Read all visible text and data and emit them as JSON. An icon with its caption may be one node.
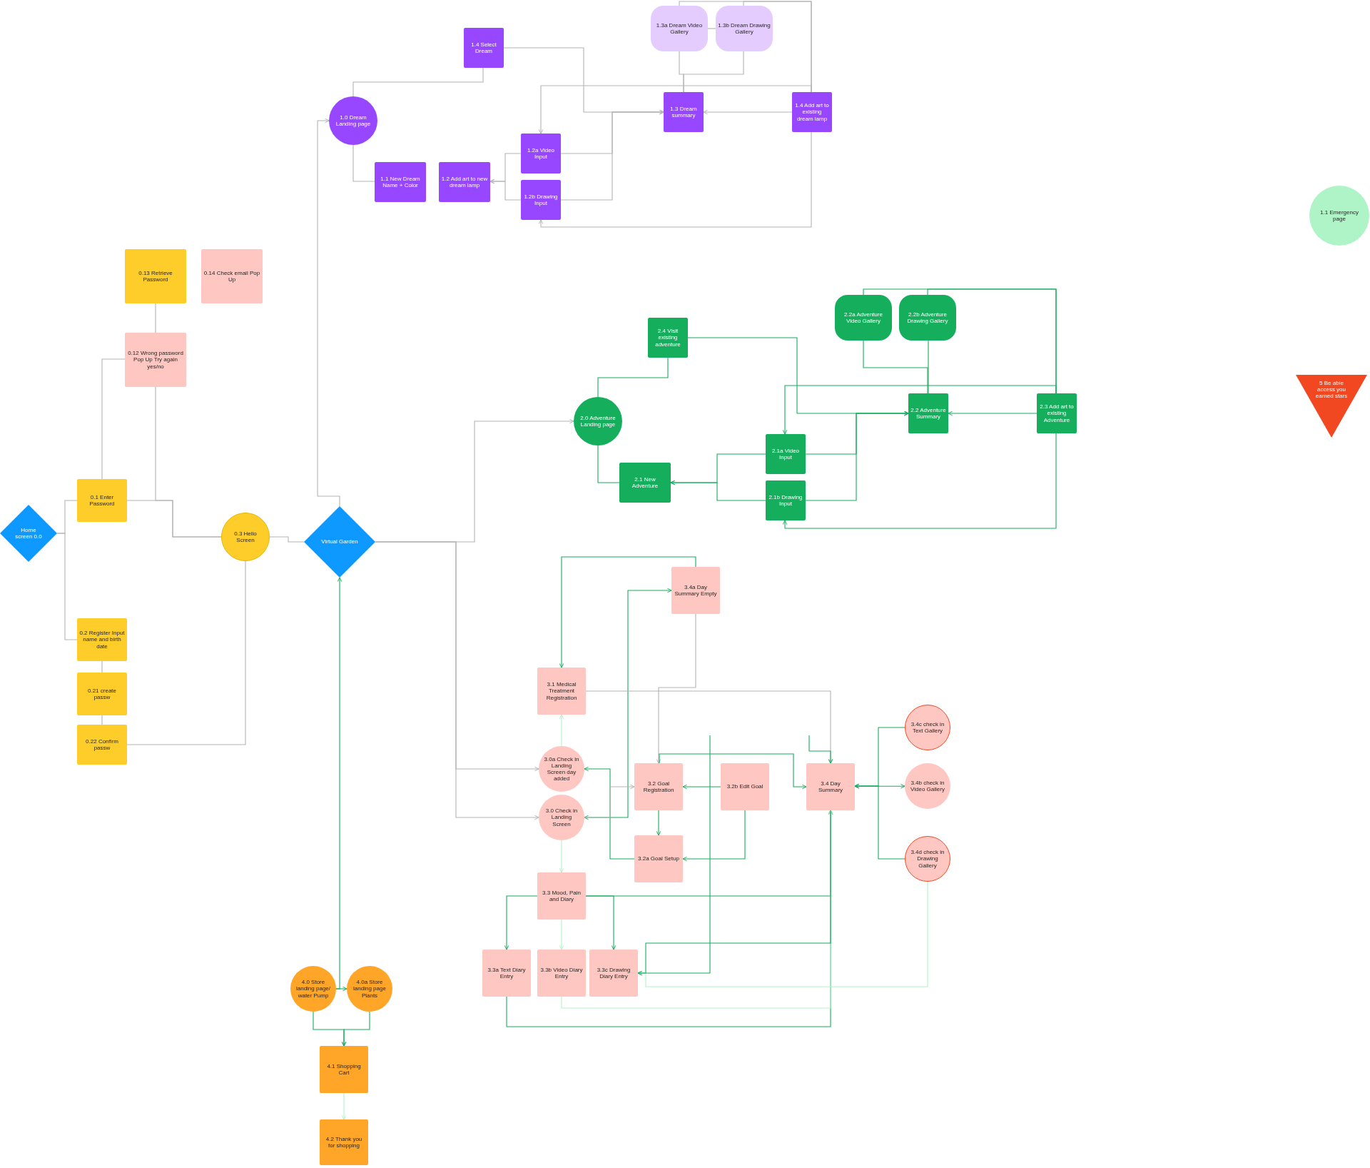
{
  "diagram": {
    "nodes": [
      {
        "text": [
          "1.4 Select Dream"
        ]
      },
      {
        "text": [
          "1.3a Dream Video Gallery"
        ]
      },
      {
        "text": [
          "1.3b Dream Drawing Gallery"
        ]
      },
      {
        "text": [
          "1.0 Dream Landing page"
        ]
      },
      {
        "text": [
          "1.3 Dream summary"
        ]
      },
      {
        "text": [
          "1.4 Add art to existing dream lamp"
        ]
      },
      {
        "text": [
          "1.2a Video Input"
        ]
      },
      {
        "text": [
          "1.1 New Dream Name + Color"
        ]
      },
      {
        "text": [
          "1.2 Add art to new dream lamp"
        ]
      },
      {
        "text": [
          "1.2b Drawing Input"
        ]
      },
      {
        "text": [
          "1.1 Emergency page"
        ]
      },
      {
        "text": [
          "0.13 Retrieve Password"
        ]
      },
      {
        "text": [
          "0.14 Check email Pop Up"
        ]
      },
      {
        "text": [
          "2.2a Adventure Video Gallery"
        ]
      },
      {
        "text": [
          "2.2b Adventure Drawing Gallery"
        ]
      },
      {
        "text": [
          "2.4 Visit existing adventure"
        ]
      },
      {
        "text": [
          "0.12 Wrong password Pop Up Try again yes/no"
        ]
      },
      {
        "text": [
          "5 Be able access you earned stars"
        ]
      },
      {
        "text": [
          "2.2 Adventure Summary"
        ]
      },
      {
        "text": [
          "2.3 Add art to existing Adventure"
        ]
      },
      {
        "text": [
          "2.0 Adventure Landing page"
        ]
      },
      {
        "text": [
          "2.1a Video Input"
        ]
      },
      {
        "text": [
          "2.1 New Adventure"
        ]
      },
      {
        "text": [
          "2.1b Drawing Input"
        ]
      },
      {
        "text": [
          "0.1 Enter Password"
        ]
      },
      {
        "text": [
          "Home screen 0.0"
        ]
      },
      {
        "text": [
          "0.3 Hello Screen"
        ]
      },
      {
        "text": [
          "Virtual Garden"
        ]
      },
      {
        "text": [
          "3.4a Day Summary Empty"
        ]
      },
      {
        "text": [
          "0.2 Register Input name and birth date"
        ]
      },
      {
        "text": [
          "3.1 Medical Treatment Registration"
        ]
      },
      {
        "text": [
          "0.21 create passw"
        ]
      },
      {
        "text": [
          "3.4c check in Text Gallery"
        ]
      },
      {
        "text": [
          "0.22 Confirm passw"
        ]
      },
      {
        "text": [
          "3.0a Check in Landing Screen day added"
        ]
      },
      {
        "text": [
          "3.2 Goal Registration"
        ]
      },
      {
        "text": [
          "3.2b Edit Goal"
        ]
      },
      {
        "text": [
          "3.4 Day Summary"
        ]
      },
      {
        "text": [
          "3.4b check in Video Gallery"
        ]
      },
      {
        "text": [
          "3.0 Check in Landing Screen"
        ]
      },
      {
        "text": [
          "3.2a Goal Setup"
        ]
      },
      {
        "text": [
          "3.4d check in Drawing Gallery"
        ]
      },
      {
        "text": [
          "3.3 Mood, Pain and Diary"
        ]
      },
      {
        "text": [
          "3.3a Text Diary Entry"
        ]
      },
      {
        "text": [
          "3.3b Video Diary Entry"
        ]
      },
      {
        "text": [
          "3.3c Drawing Diary Entry"
        ]
      },
      {
        "text": [
          "4.0 Store landing page/ water Pump"
        ]
      },
      {
        "text": [
          "4.0a Store landing page Plants"
        ]
      },
      {
        "text": [
          "4.1 Shopping Cart"
        ]
      },
      {
        "text": [
          "4.2 Thank you for shopping"
        ]
      }
    ],
    "edges": [
      {
        "from": 3,
        "to": 0,
        "arrow": "none",
        "color": "#b3b3b3"
      },
      {
        "from": 3,
        "to": 7,
        "arrow": "none",
        "color": "#b3b3b3"
      },
      {
        "from": 6,
        "to": 8,
        "arrow": "to",
        "color": "#b3b3b3"
      },
      {
        "from": 9,
        "to": 8,
        "arrow": "to",
        "color": "#b3b3b3"
      },
      {
        "from": 0,
        "to": 4,
        "arrow": "to",
        "color": "#b3b3b3"
      },
      {
        "from": 6,
        "to": 4,
        "arrow": "to",
        "color": "#b3b3b3"
      },
      {
        "from": 9,
        "to": 4,
        "arrow": "to",
        "color": "#b3b3b3"
      },
      {
        "from": 5,
        "to": 4,
        "arrow": "to",
        "color": "#b3b3b3"
      },
      {
        "from": 1,
        "to": 4,
        "arrow": "none",
        "color": "#b3b3b3"
      },
      {
        "from": 2,
        "to": 4,
        "arrow": "none",
        "color": "#b3b3b3"
      },
      {
        "from": 1,
        "to": 2,
        "arrow": "none",
        "color": "#b3b3b3"
      },
      {
        "from": 1,
        "to": 5,
        "arrow": "none",
        "color": "#b3b3b3"
      },
      {
        "from": 2,
        "to": 5,
        "arrow": "none",
        "color": "#b3b3b3"
      },
      {
        "from": 5,
        "to": 6,
        "arrow": "to",
        "color": "#b3b3b3"
      },
      {
        "from": 5,
        "to": 9,
        "arrow": "to",
        "color": "#b3b3b3"
      },
      {
        "from": 27,
        "to": 3,
        "arrow": "to",
        "color": "#b3b3b3"
      },
      {
        "from": 25,
        "to": 24,
        "arrow": "none",
        "color": "#b3b3b3"
      },
      {
        "from": 25,
        "to": 29,
        "arrow": "none",
        "color": "#b3b3b3"
      },
      {
        "from": 24,
        "to": 16,
        "arrow": "none",
        "color": "#b3b3b3"
      },
      {
        "from": 16,
        "to": 11,
        "arrow": "none",
        "color": "#b3b3b3"
      },
      {
        "from": 16,
        "to": 26,
        "arrow": "none",
        "color": "#b3b3b3"
      },
      {
        "from": 24,
        "to": 26,
        "arrow": "none",
        "color": "#b3b3b3"
      },
      {
        "from": 29,
        "to": 31,
        "arrow": "none",
        "color": "#b3b3b3"
      },
      {
        "from": 31,
        "to": 33,
        "arrow": "none",
        "color": "#b3b3b3"
      },
      {
        "from": 33,
        "to": 26,
        "arrow": "none",
        "color": "#b3b3b3"
      },
      {
        "from": 26,
        "to": 27,
        "arrow": "none",
        "color": "#b3b3b3"
      },
      {
        "from": 27,
        "to": 20,
        "arrow": "to",
        "color": "#b3b3b3"
      },
      {
        "from": 27,
        "to": 34,
        "arrow": "to",
        "color": "#b3b3b3"
      },
      {
        "from": 27,
        "to": 39,
        "arrow": "to",
        "color": "#b3b3b3"
      },
      {
        "from": 46,
        "to": 27,
        "arrow": "to"
      },
      {
        "from": 20,
        "to": 15,
        "arrow": "none"
      },
      {
        "from": 20,
        "to": 22,
        "arrow": "none"
      },
      {
        "from": 21,
        "to": 22,
        "arrow": "to"
      },
      {
        "from": 23,
        "to": 22,
        "arrow": "to"
      },
      {
        "from": 15,
        "to": 18,
        "arrow": "to"
      },
      {
        "from": 21,
        "to": 18,
        "arrow": "to"
      },
      {
        "from": 23,
        "to": 18,
        "arrow": "to"
      },
      {
        "from": 19,
        "to": 18,
        "arrow": "to"
      },
      {
        "from": 13,
        "to": 18,
        "arrow": "none"
      },
      {
        "from": 14,
        "to": 18,
        "arrow": "none"
      },
      {
        "from": 13,
        "to": 19,
        "arrow": "none"
      },
      {
        "from": 14,
        "to": 19,
        "arrow": "none"
      },
      {
        "from": 19,
        "to": 21,
        "arrow": "to"
      },
      {
        "from": 19,
        "to": 23,
        "arrow": "to"
      },
      {
        "from": 28,
        "to": 30,
        "arrow": "to"
      },
      {
        "from": 39,
        "to": 28,
        "arrow": "both"
      },
      {
        "from": 40,
        "to": 34,
        "arrow": "to"
      },
      {
        "from": 39,
        "to": 35,
        "arrow": "to",
        "color": "#b3b3b3"
      },
      {
        "from": 34,
        "to": 30,
        "arrow": "to",
        "color": "#aff4c6"
      },
      {
        "from": 39,
        "to": 42,
        "arrow": "to",
        "color": "#aff4c6"
      },
      {
        "from": 30,
        "to": 37,
        "arrow": "to",
        "color": "#b3b3b3"
      },
      {
        "from": 28,
        "to": 35,
        "arrow": "to",
        "color": "#b3b3b3"
      },
      {
        "from": 35,
        "to": 37,
        "arrow": "to"
      },
      {
        "from": 36,
        "to": 35,
        "arrow": "to"
      },
      {
        "from": 35,
        "to": 40,
        "arrow": "to"
      },
      {
        "from": 36,
        "to": 40,
        "arrow": "to"
      },
      {
        "from": 32,
        "to": 37,
        "arrow": "to"
      },
      {
        "from": 38,
        "to": 37,
        "arrow": "both"
      },
      {
        "from": 41,
        "to": 37,
        "arrow": "to"
      },
      {
        "from": 42,
        "to": 43,
        "arrow": "to"
      },
      {
        "from": 42,
        "to": 44,
        "arrow": "to",
        "color": "#aff4c6"
      },
      {
        "from": 42,
        "to": 45,
        "arrow": "to"
      },
      {
        "from": 42,
        "to": 37,
        "arrow": "to"
      },
      {
        "from": 43,
        "to": 37,
        "arrow": "to"
      },
      {
        "from": 44,
        "to": 37,
        "arrow": "to",
        "color": "#aff4c6"
      },
      {
        "from": 37,
        "to": 45,
        "arrow": "to"
      },
      {
        "from": 41,
        "to": 45,
        "arrow": "to",
        "color": "#aff4c6"
      },
      {
        "from": null,
        "to": 45,
        "arrow": "to"
      },
      {
        "from": null,
        "to": 37,
        "arrow": "to"
      },
      {
        "from": 46,
        "to": 47,
        "arrow": "to"
      },
      {
        "from": 46,
        "to": 48,
        "arrow": "to"
      },
      {
        "from": 47,
        "to": 48,
        "arrow": "to"
      },
      {
        "from": 48,
        "to": 49,
        "arrow": "to",
        "color": "#aff4c6"
      }
    ]
  }
}
